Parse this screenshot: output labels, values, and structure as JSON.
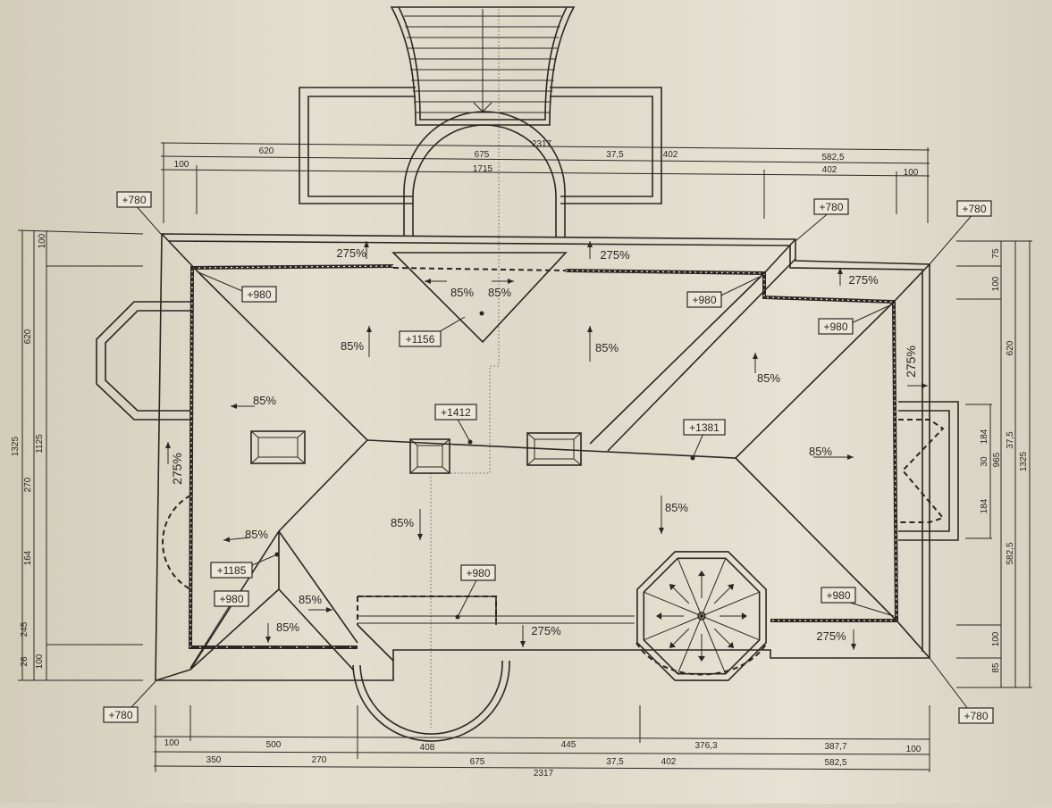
{
  "drawing": {
    "type": "roof plan",
    "elevation_marks": [
      "+780",
      "+980",
      "+1156",
      "+1412",
      "+780",
      "+780",
      "+980",
      "+980",
      "+1381",
      "+1185",
      "+980",
      "+980",
      "+980",
      "+780",
      "+780"
    ],
    "slope_labels": [
      "275%",
      "275%",
      "85%",
      "85%",
      "85%",
      "85%",
      "275%",
      "85%",
      "275%",
      "85%",
      "85%",
      "275%",
      "85%",
      "85%",
      "85%",
      "85%",
      "85%",
      "275%",
      "275%"
    ],
    "dimensions": {
      "top": [
        "2317",
        "620",
        "675",
        "37,5",
        "402",
        "582,5",
        "100",
        "1715",
        "402",
        "100"
      ],
      "left": [
        "1325",
        "620",
        "1125",
        "270",
        "164",
        "245",
        "26",
        "100",
        "100"
      ],
      "right": [
        "75",
        "100",
        "620",
        "184",
        "30",
        "965",
        "184",
        "37,5",
        "1325",
        "582,5",
        "100",
        "85"
      ],
      "bottom": [
        "100",
        "500",
        "408",
        "445",
        "376,3",
        "387,7",
        "100",
        "350",
        "270",
        "675",
        "37,5",
        "402",
        "582,5",
        "2317"
      ]
    },
    "colors": {
      "paper": "#e3dfcf",
      "ink": "#2b2622"
    }
  }
}
